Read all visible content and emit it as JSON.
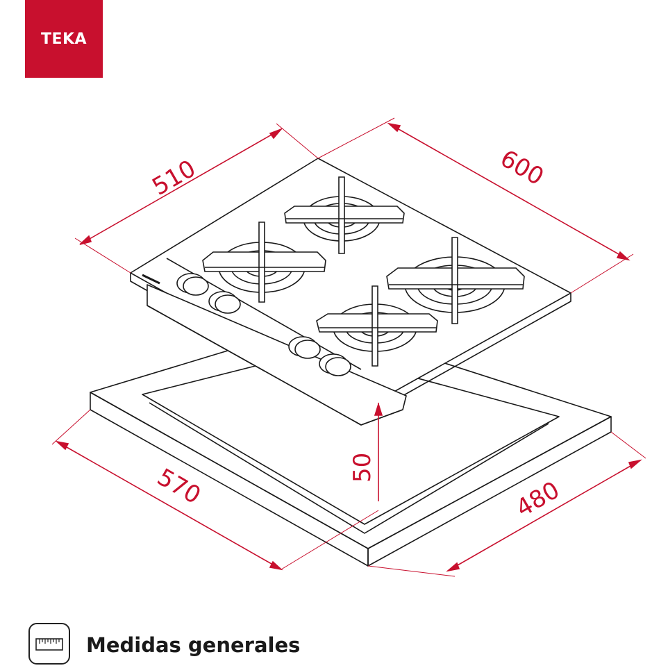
{
  "brand": {
    "name": "TEKA",
    "color": "#c8102e"
  },
  "dimensions": {
    "top_depth": "510",
    "top_width": "600",
    "height": "50",
    "cutout_width": "570",
    "cutout_depth": "480"
  },
  "colors": {
    "dimension": "#c8102e",
    "line": "#1a1a1a"
  },
  "footer": {
    "icon": "ruler-icon",
    "label": "Medidas generales"
  }
}
